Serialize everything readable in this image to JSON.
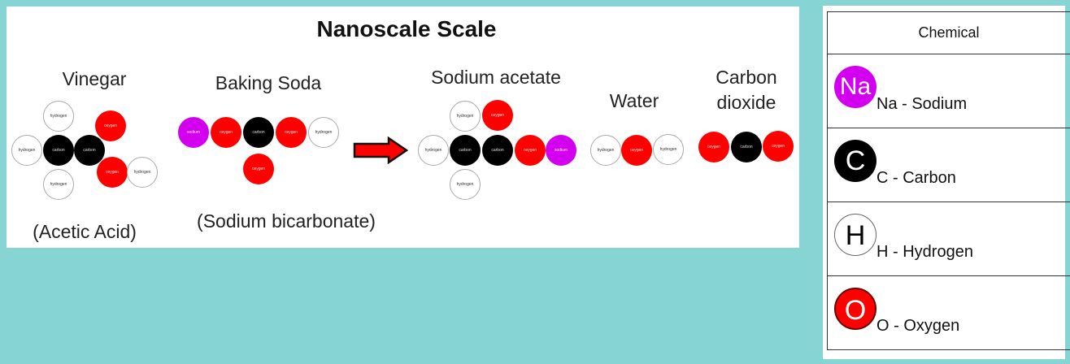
{
  "title": "Nanoscale Scale",
  "labels": {
    "vinegar": "Vinegar",
    "acetic": "(Acetic Acid)",
    "baking": "Baking Soda",
    "bicarb": "(Sodium bicarbonate)",
    "acetate": "Sodium acetate",
    "water": "Water",
    "co2_1": "Carbon",
    "co2_2": "dioxide"
  },
  "atom_words": {
    "H": "hydrogen",
    "C": "carbon",
    "O": "oxygen",
    "Na": "sodium"
  },
  "colors": {
    "H": "#ffffff",
    "C": "#000000",
    "O": "#ff0000",
    "Na": "#d200ee",
    "arrow": "#ff0000",
    "background": "#86d4d4"
  },
  "table": {
    "header": "Chemical",
    "rows": [
      {
        "symbol": "Na",
        "label": "Na - Sodium"
      },
      {
        "symbol": "C",
        "label": "C - Carbon"
      },
      {
        "symbol": "H",
        "label": "H - Hydrogen"
      },
      {
        "symbol": "O",
        "label": "O - Oxygen"
      }
    ]
  }
}
